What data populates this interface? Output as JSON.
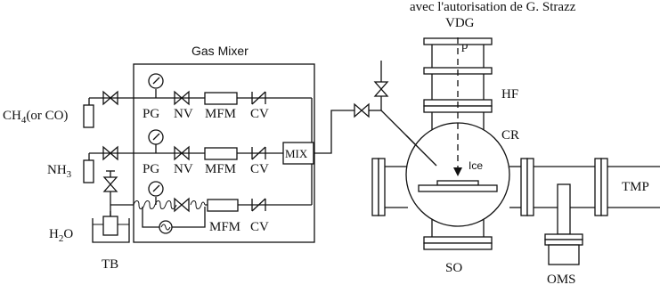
{
  "header_note": "avec l'autorisation de G. Strazz",
  "labels": {
    "vdg": "VDG",
    "proton": "p",
    "proton_sup": "+",
    "hf": "HF",
    "cr": "CR",
    "ice": "Ice",
    "tmp": "TMP",
    "so": "SO",
    "oms": "OMS",
    "gas_mixer": "Gas Mixer",
    "mix": "MIX",
    "tb": "TB"
  },
  "gas_sources": [
    {
      "name": "CH",
      "sub": "4",
      "suffix": "(or CO)"
    },
    {
      "name": "NH",
      "sub": "3",
      "suffix": ""
    },
    {
      "name": "H",
      "sub": "2",
      "suffix": "O"
    }
  ],
  "mixer_lines": [
    {
      "pg": "PG",
      "nv": "NV",
      "mfm": "MFM",
      "cv": "CV"
    },
    {
      "pg": "PG",
      "nv": "NV",
      "mfm": "MFM",
      "cv": "CV"
    },
    {
      "pg": "",
      "nv": "",
      "mfm": "MFM",
      "cv": "CV"
    }
  ]
}
